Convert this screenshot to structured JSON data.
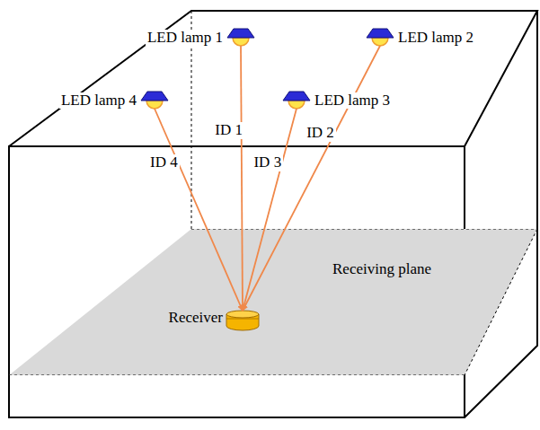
{
  "diagram": {
    "nodes": [
      {
        "text": [
          "LED lamp 1"
        ]
      },
      {
        "text": [
          "LED lamp 2"
        ]
      },
      {
        "text": [
          "LED lamp 3"
        ]
      },
      {
        "text": [
          "LED lamp 4"
        ]
      },
      {
        "text": [
          "Receiving plane"
        ]
      },
      {
        "text": [
          "Receiver"
        ],
        "in": 4
      }
    ],
    "edges": [
      {
        "from": 0,
        "to": 5,
        "label": "ID 1",
        "arrow": "to"
      },
      {
        "from": 1,
        "to": 5,
        "label": "ID 2",
        "arrow": "to"
      },
      {
        "from": 2,
        "to": 5,
        "label": "ID 3",
        "arrow": "to"
      },
      {
        "from": 3,
        "to": 5,
        "label": "ID 4",
        "arrow": "to"
      }
    ]
  }
}
